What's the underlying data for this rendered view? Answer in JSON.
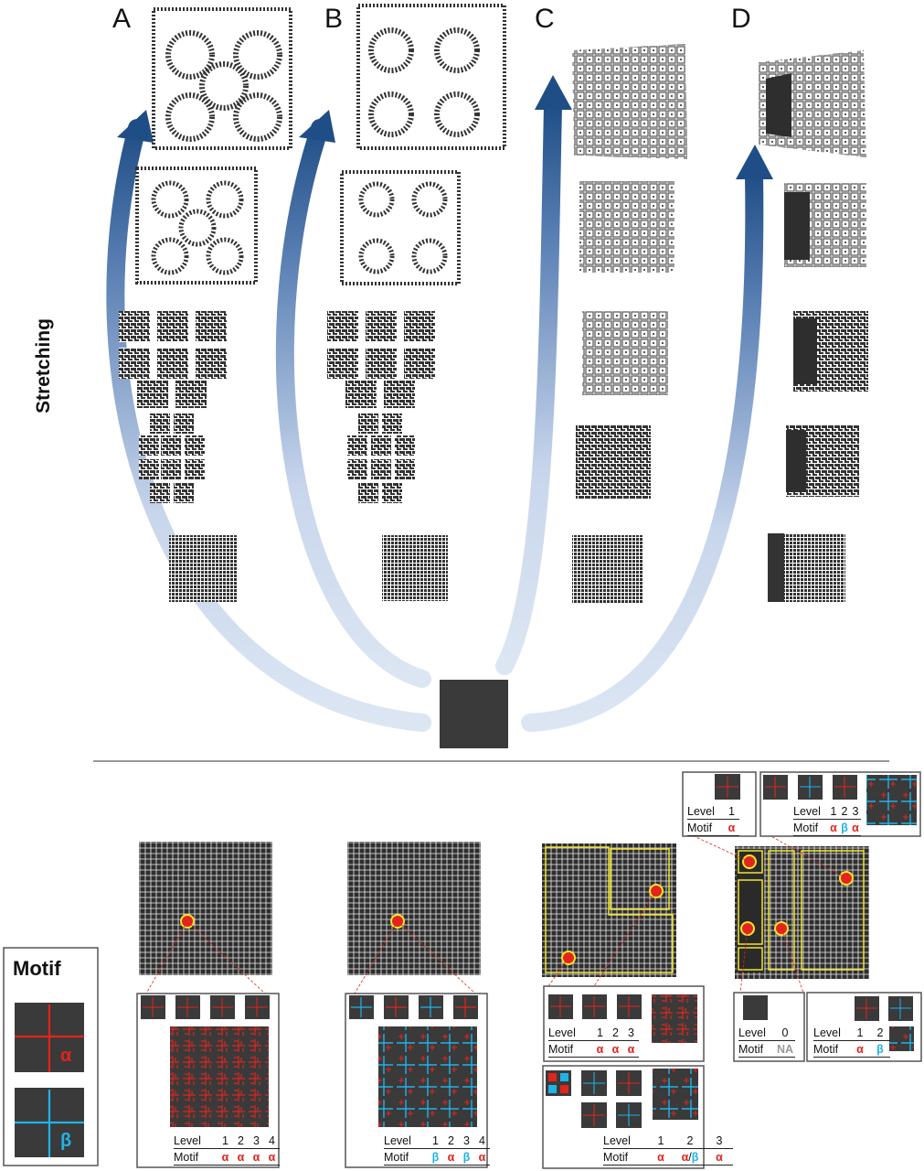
{
  "panels": [
    {
      "letter": "A"
    },
    {
      "letter": "B"
    },
    {
      "letter": "C"
    },
    {
      "letter": "D"
    }
  ],
  "axis_label": "Stretching",
  "motif_box": {
    "title": "Motif",
    "alpha_symbol": "α",
    "beta_symbol": "β"
  },
  "tables": {
    "A": {
      "level_label": "Level",
      "motif_label": "Motif",
      "levels": [
        "1",
        "2",
        "3",
        "4"
      ],
      "motifs": [
        "α",
        "α",
        "α",
        "α"
      ]
    },
    "B": {
      "level_label": "Level",
      "motif_label": "Motif",
      "levels": [
        "1",
        "2",
        "3",
        "4"
      ],
      "motifs": [
        "β",
        "α",
        "β",
        "α"
      ]
    },
    "C1": {
      "level_label": "Level",
      "motif_label": "Motif",
      "levels": [
        "1",
        "2",
        "3"
      ],
      "motifs": [
        "α",
        "α",
        "α"
      ]
    },
    "C2": {
      "level_label": "Level",
      "motif_label": "Motif",
      "levels": [
        "1",
        "2",
        "3"
      ],
      "motifs": [
        "α",
        "α/β",
        "α"
      ]
    },
    "D_top_left": {
      "level_label": "Level",
      "motif_label": "Motif",
      "levels": [
        "1"
      ],
      "motifs": [
        "α"
      ]
    },
    "D_top_right": {
      "level_label": "Level",
      "motif_label": "Motif",
      "levels": [
        "1",
        "2",
        "3"
      ],
      "motifs": [
        "α",
        "β",
        "α"
      ]
    },
    "D_bot_left": {
      "level_label": "Level",
      "motif_label": "Motif",
      "levels": [
        "0"
      ],
      "motifs": [
        "NA"
      ]
    },
    "D_bot_right": {
      "level_label": "Level",
      "motif_label": "Motif",
      "levels": [
        "1",
        "2"
      ],
      "motifs": [
        "α",
        "β"
      ]
    }
  },
  "colors": {
    "alpha": "#e2241c",
    "beta": "#1fb3e8",
    "arrow_dark": "#1f4e86",
    "arrow_light": "#dce6f3",
    "tile": "#3a3a3a",
    "highlight": "#f2e52a"
  }
}
